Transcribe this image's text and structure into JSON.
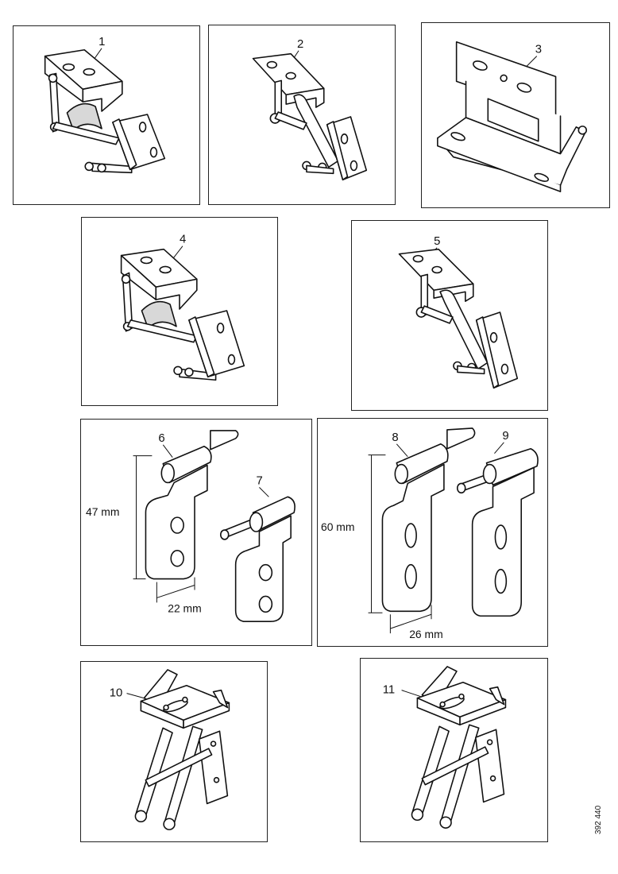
{
  "panels": [
    {
      "id": "p1",
      "label": "1"
    },
    {
      "id": "p2",
      "label": "2"
    },
    {
      "id": "p3",
      "label": "3"
    },
    {
      "id": "p4",
      "label": "4"
    },
    {
      "id": "p5",
      "label": "5"
    },
    {
      "id": "p67",
      "labels": [
        "6",
        "7"
      ],
      "dim_height": "47 mm",
      "dim_width": "22 mm"
    },
    {
      "id": "p89",
      "labels": [
        "8",
        "9"
      ],
      "dim_height": "60 mm",
      "dim_width": "26 mm"
    },
    {
      "id": "p10",
      "label": "10"
    },
    {
      "id": "p11",
      "label": "11"
    }
  ],
  "catalog_number": "392 440"
}
